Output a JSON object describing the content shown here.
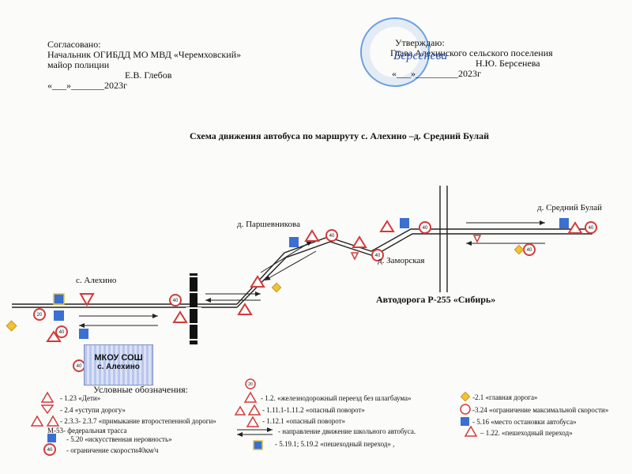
{
  "header": {
    "left": {
      "line1": "Согласовано:",
      "line2": "Начальник ОГИБДД МО МВД «Черемховский»",
      "line3": "майор полиции",
      "line4": "Е.В. Глебов",
      "line5": "«___»_______2023г"
    },
    "right": {
      "line1": "Утверждаю:",
      "line2": "Глава  Алехинского сельского поселения",
      "line3": "Н.Ю. Берсенева",
      "line4": "«___»_________2023г"
    },
    "signature": "Берсенева"
  },
  "title": "Схема движения автобуса по маршруту с. Алехино –д. Средний Булай",
  "places": {
    "alekhino": "с. Алехино",
    "parshevnikova": "д. Паршевникова",
    "zamorskaya": "д. Заморская",
    "sredniy_bulay": "д. Средний Булай",
    "highway": "Автодорога Р-255 «Сибирь»"
  },
  "school": {
    "line1": "МКОУ СОШ",
    "line2": "с. Алехино"
  },
  "sign_values": {
    "speed": "40",
    "speed20": "20"
  },
  "legend": {
    "title": "Условные обозначения:",
    "col1": [
      "- 1.23 «Дети»",
      "- 2.4 «уступи дорогу»",
      "- 2.3.3- 2.3.7 «примыкание второстепенной дороги»",
      "М-53- федеральная трасса",
      "- 5.20 «искусственная неровность»",
      "- ограничение скорости40км/ч"
    ],
    "col2": [
      "- 1.2.  «железнодорожный переезд без шлагбаума»",
      "- 1.11.1-1.11.2 «опасный поворот»",
      "- 1.12.1 «опасный поворот»",
      "- направление движение школьного автобуса.",
      "- 5.19.1; 5.19.2 «пешеходный переход»   ,"
    ],
    "col3": [
      "-2.1 «главная дорога»",
      "-3.24 «ограничение максимальной скорости»",
      "- 5.16 «место остановки автобуса»",
      "– 1.22. «пешеходный переход»"
    ]
  },
  "colors": {
    "road": "#222222",
    "sign_red": "#d33a3a",
    "sign_blue": "#3b6fd1",
    "sign_yellow": "#f2c230",
    "stamp": "#6aa0e0"
  }
}
